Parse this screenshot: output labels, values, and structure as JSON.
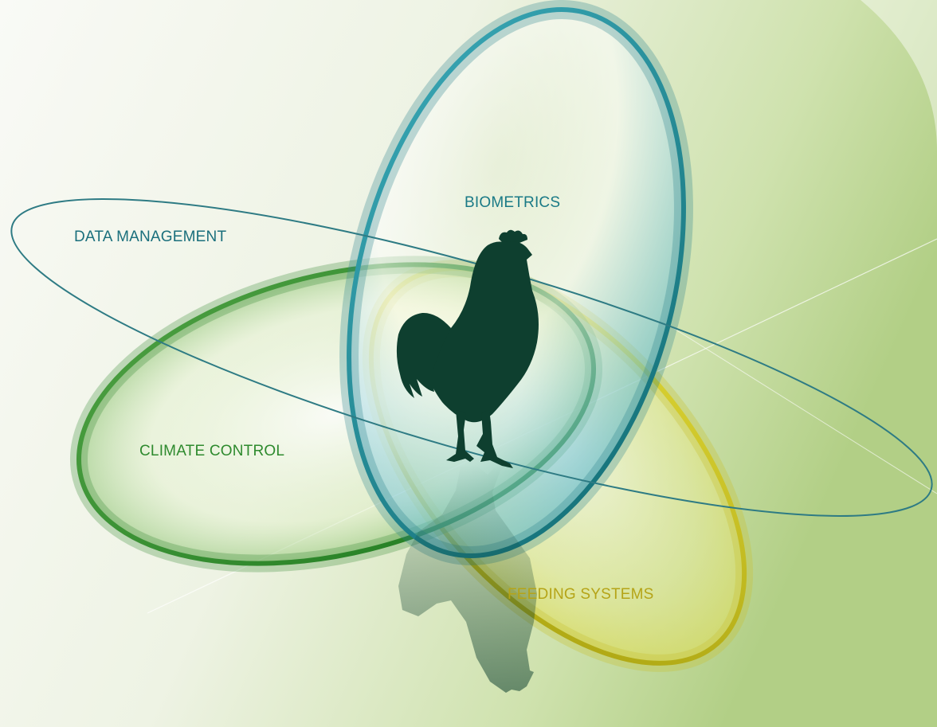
{
  "segments": {
    "biometrics": {
      "label": "BIOMETRICS",
      "color": "#1a7a86"
    },
    "data_management": {
      "label": "DATA MANAGEMENT",
      "color": "#1a6f7c"
    },
    "climate_control": {
      "label": "CLIMATE CONTROL",
      "color": "#2e8a2e"
    },
    "feeding_systems": {
      "label": "FEEDING SYSTEMS",
      "color": "#b5a417"
    }
  },
  "center_icon": "rooster-silhouette-icon",
  "colors": {
    "background_light": "#f5f7f0",
    "background_green": "#b9d48e",
    "rooster": "#0e3f2f",
    "orbit_line": "#2e7b84",
    "biometrics_ring": "#1c8a95",
    "climate_ring": "#2f8e2a",
    "feeding_ring": "#c8c21c"
  }
}
